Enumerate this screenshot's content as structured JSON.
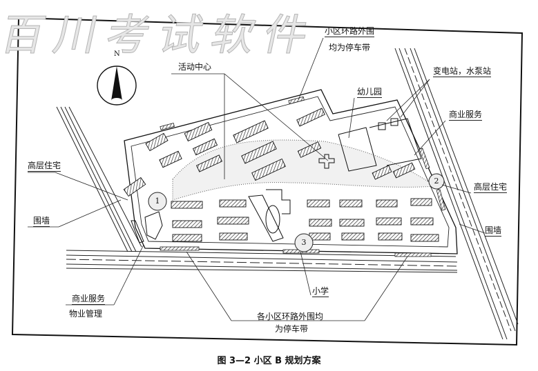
{
  "watermark": "百川考试软件",
  "compass": {
    "north_label": "N"
  },
  "labels": {
    "perimeter_parking_top_1": "小区环路外围",
    "perimeter_parking_top_2": "均为停车带",
    "activity_center": "活动中心",
    "substation_pump": "变电站，水泵站",
    "kindergarten": "幼儿园",
    "commercial_right": "商业服务",
    "highrise_left": "高层住宅",
    "highrise_right": "高层住宅",
    "wall_left": "围墙",
    "wall_right": "围墙",
    "commercial_left": "商业服务",
    "property_mgmt": "物业管理",
    "primary_school": "小学",
    "perimeter_parking_bottom_1": "各小区环路外围均",
    "perimeter_parking_bottom_2": "为停车带"
  },
  "markers": [
    "1",
    "2",
    "3"
  ],
  "caption": "图 3—2   小区 B 规划方案"
}
